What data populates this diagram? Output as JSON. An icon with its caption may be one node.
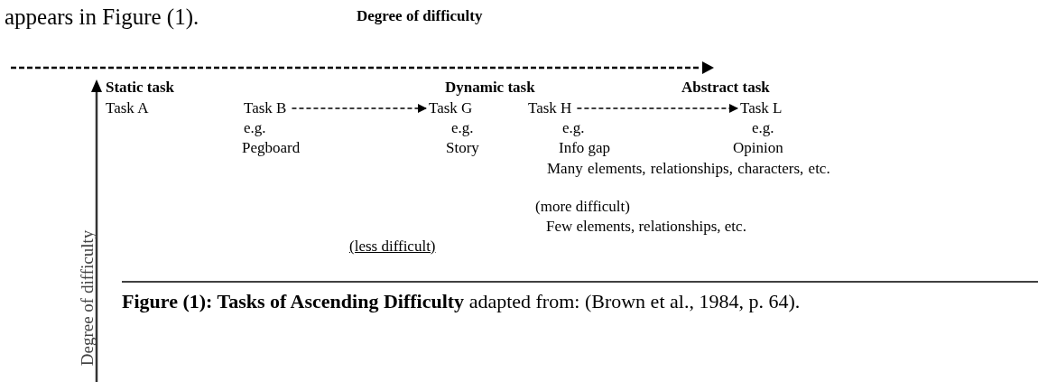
{
  "diagram": {
    "caption": "**Figure (1): Tasks of Ascending Difficulty** adapted from: (Brown et al., 1984, p. 64).",
    "nodes": [
      {
        "text": [
          "Task A"
        ]
      },
      {
        "text": [
          "Task B"
        ]
      },
      {
        "text": [
          "Task G"
        ]
      },
      {
        "text": [
          "Task H"
        ]
      },
      {
        "text": [
          "Task L"
        ]
      }
    ],
    "edges": [
      {
        "from": 1,
        "to": 2,
        "arrow": "to",
        "style": "dashed"
      },
      {
        "from": 3,
        "to": 4,
        "arrow": "to",
        "style": "dashed"
      }
    ],
    "labels": [
      "appears in Figure (1).",
      "Degree of difficulty",
      "Static task",
      "Dynamic task",
      "Abstract task",
      "e.g.",
      "e.g.",
      "e.g.",
      "e.g.",
      "Pegboard",
      "Story",
      "Info gap",
      "Opinion",
      "Many elements, relationships, characters, etc.",
      "(more difficult)",
      "Few elements, relationships, etc.",
      "(less difficult)",
      "Degree of difficulty"
    ]
  }
}
